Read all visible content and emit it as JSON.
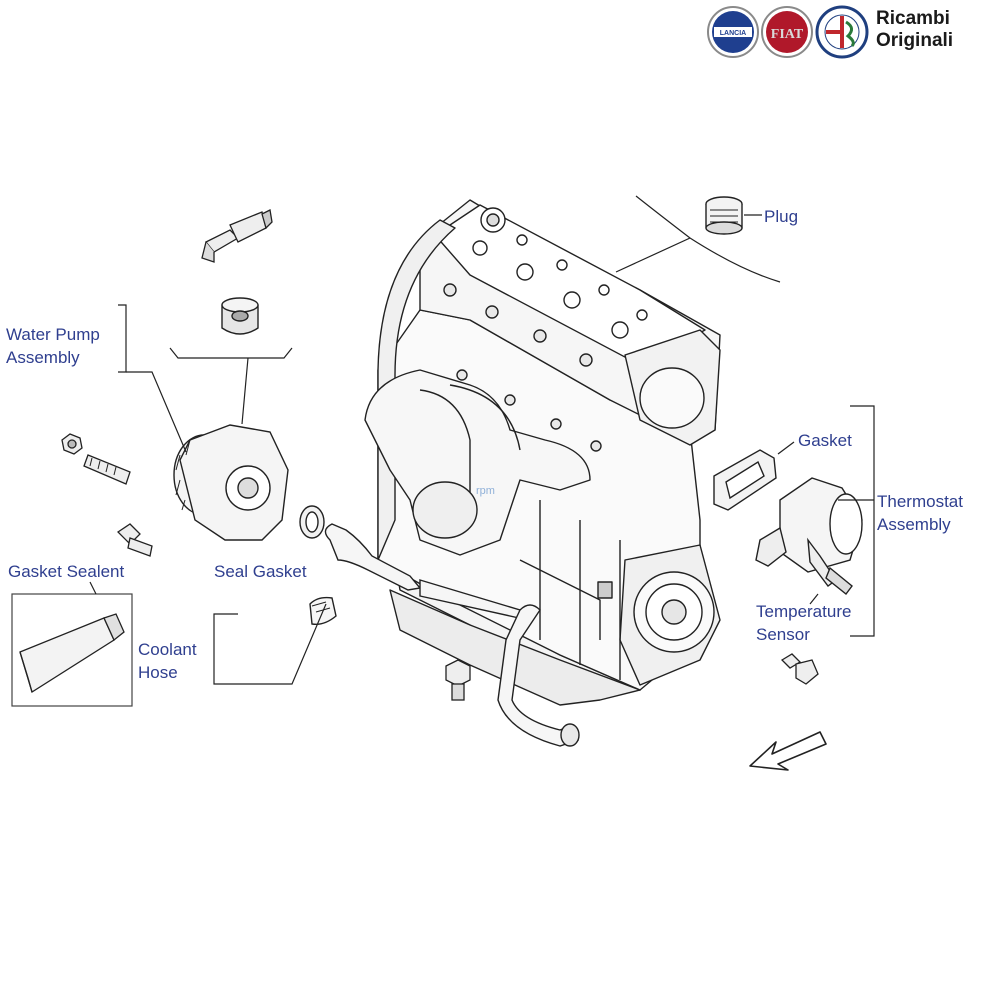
{
  "brand": {
    "line1": "Ricambi",
    "line2": "Originali",
    "logos": [
      {
        "name": "lancia-logo",
        "text": "LANCIA",
        "color": "#1f3f8f"
      },
      {
        "name": "fiat-logo",
        "text": "FIAT",
        "color": "#b0182a"
      },
      {
        "name": "alfa-romeo-logo",
        "text": "",
        "color": "#1f3f7f"
      }
    ]
  },
  "watermark": "rpm",
  "labels": {
    "plug": "Plug",
    "water_pump_1": "Water Pump",
    "water_pump_2": "Assembly",
    "gasket": "Gasket",
    "thermostat_1": "Thermostat",
    "thermostat_2": "Assembly",
    "gasket_sealent": "Gasket Sealent",
    "seal_gasket": "Seal Gasket",
    "temp_sensor_1": "Temperature",
    "temp_sensor_2": "Sensor",
    "coolant_1": "Coolant",
    "coolant_2": "Hose"
  },
  "colors": {
    "label_text": "#2f3f8f",
    "line_art": "#222222"
  }
}
